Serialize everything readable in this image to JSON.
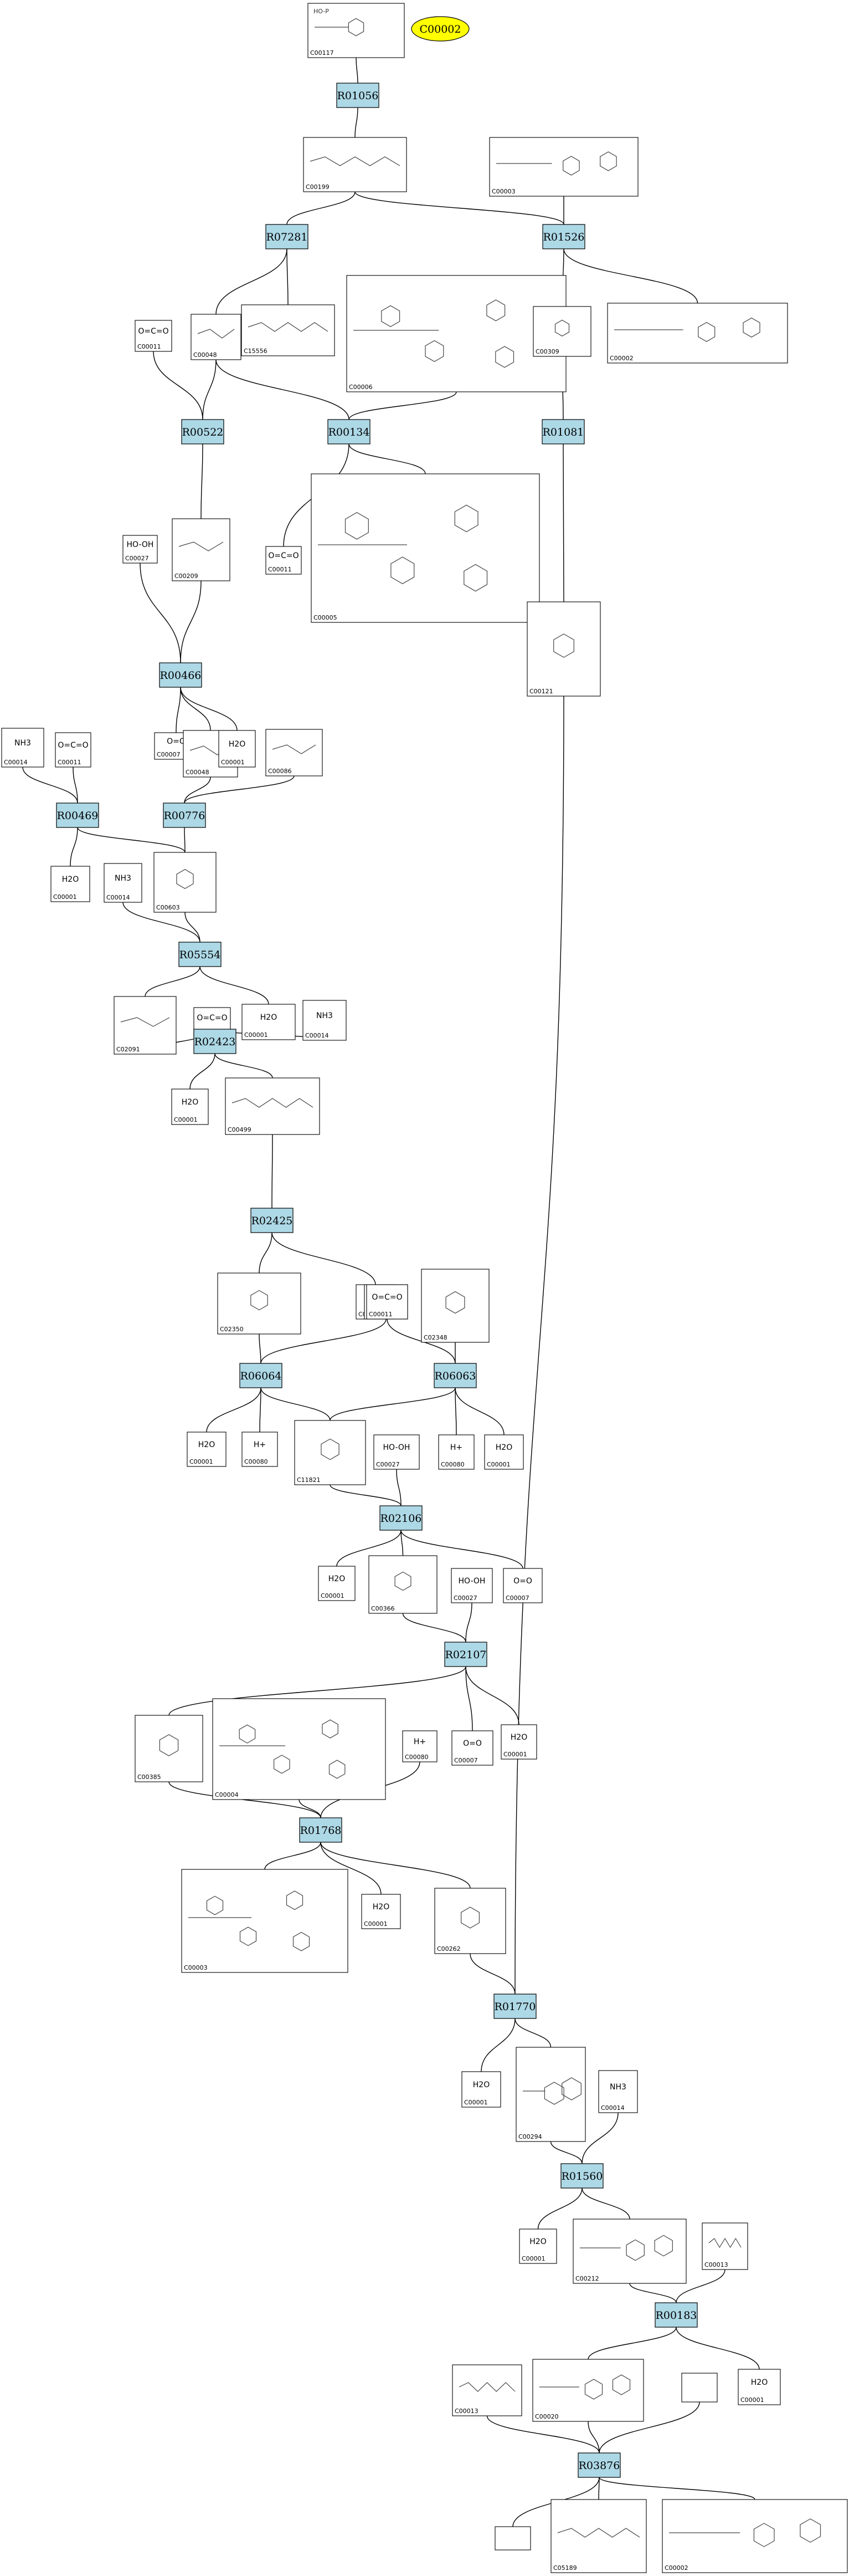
{
  "highlight": {
    "id": "C00002",
    "color": "#ffff00"
  },
  "colors": {
    "reaction_fill": "#add8e6",
    "compound_fill": "#ffffff",
    "edge": "#000000",
    "highlight": "#ffff00"
  },
  "reactions": [
    {
      "id": "R01056"
    },
    {
      "id": "R07281"
    },
    {
      "id": "R01526"
    },
    {
      "id": "R00522"
    },
    {
      "id": "R00134"
    },
    {
      "id": "R01081"
    },
    {
      "id": "R00466"
    },
    {
      "id": "R00469"
    },
    {
      "id": "R00776"
    },
    {
      "id": "R05554"
    },
    {
      "id": "R02423"
    },
    {
      "id": "R02425"
    },
    {
      "id": "R06064"
    },
    {
      "id": "R06063"
    },
    {
      "id": "R02106"
    },
    {
      "id": "R02107"
    },
    {
      "id": "R01768"
    },
    {
      "id": "R01770"
    },
    {
      "id": "R01560"
    },
    {
      "id": "R00183"
    },
    {
      "id": "R03876"
    }
  ],
  "compounds": [
    {
      "id": "C00117",
      "text": "HO-P",
      "kind": "sugar-phosphate"
    },
    {
      "id": "C00199",
      "text": "",
      "kind": "chain-phosphate"
    },
    {
      "id": "C00003",
      "text": "",
      "kind": "nucleotide"
    },
    {
      "id": "C00011",
      "text": "O=C=O",
      "kind": "formula"
    },
    {
      "id": "C00048",
      "text": "",
      "kind": "small"
    },
    {
      "id": "C15556",
      "text": "",
      "kind": "chain"
    },
    {
      "id": "C00006",
      "text": "",
      "kind": "big"
    },
    {
      "id": "C00309",
      "text": "",
      "kind": "ring"
    },
    {
      "id": "C00002",
      "text": "",
      "kind": "nucleotide"
    },
    {
      "id": "C00027",
      "text": "HO-OH",
      "kind": "formula"
    },
    {
      "id": "C00209",
      "text": "",
      "kind": "small"
    },
    {
      "id": "C00011",
      "text": "O=C=O",
      "kind": "formula"
    },
    {
      "id": "C00005",
      "text": "",
      "kind": "big"
    },
    {
      "id": "C00121",
      "text": "",
      "kind": "ring"
    },
    {
      "id": "C00014",
      "text": "NH3",
      "kind": "formula"
    },
    {
      "id": "C00011",
      "text": "O=C=O",
      "kind": "formula"
    },
    {
      "id": "C00007",
      "text": "O=O",
      "kind": "formula"
    },
    {
      "id": "C00048",
      "text": "",
      "kind": "small"
    },
    {
      "id": "C00001",
      "text": "H2O",
      "kind": "formula"
    },
    {
      "id": "C00086",
      "text": "",
      "kind": "small"
    },
    {
      "id": "C00001",
      "text": "H2O",
      "kind": "formula"
    },
    {
      "id": "C00014",
      "text": "NH3",
      "kind": "formula"
    },
    {
      "id": "C00603",
      "text": "",
      "kind": "ring"
    },
    {
      "id": "C02091",
      "text": "",
      "kind": "small"
    },
    {
      "id": "C00011",
      "text": "O=C=O",
      "kind": "formula"
    },
    {
      "id": "C00001",
      "text": "H2O",
      "kind": "formula"
    },
    {
      "id": "C00014",
      "text": "NH3",
      "kind": "formula"
    },
    {
      "id": "C00001",
      "text": "H2O",
      "kind": "formula"
    },
    {
      "id": "C00499",
      "text": "",
      "kind": "chain"
    },
    {
      "id": "C02350",
      "text": "",
      "kind": "ring"
    },
    {
      "id": "C00001",
      "text": "H2O",
      "kind": "formula"
    },
    {
      "id": "C00011",
      "text": "O=C=O",
      "kind": "formula"
    },
    {
      "id": "C00011",
      "text": "O=C=O",
      "kind": "formula"
    },
    {
      "id": "C02348",
      "text": "",
      "kind": "ring"
    },
    {
      "id": "C00001",
      "text": "H2O",
      "kind": "formula"
    },
    {
      "id": "C00080",
      "text": "H+",
      "kind": "formula"
    },
    {
      "id": "C11821",
      "text": "",
      "kind": "ring"
    },
    {
      "id": "C00027",
      "text": "HO-OH",
      "kind": "formula"
    },
    {
      "id": "C00080",
      "text": "H+",
      "kind": "formula"
    },
    {
      "id": "C00001",
      "text": "H2O",
      "kind": "formula"
    },
    {
      "id": "C00001",
      "text": "H2O",
      "kind": "formula"
    },
    {
      "id": "C00366",
      "text": "",
      "kind": "ring"
    },
    {
      "id": "C00027",
      "text": "HO-OH",
      "kind": "formula"
    },
    {
      "id": "C00007",
      "text": "O=O",
      "kind": "formula"
    },
    {
      "id": "C00385",
      "text": "",
      "kind": "ring"
    },
    {
      "id": "C00004",
      "text": "",
      "kind": "big"
    },
    {
      "id": "C00080",
      "text": "H+",
      "kind": "formula"
    },
    {
      "id": "C00007",
      "text": "O=O",
      "kind": "formula"
    },
    {
      "id": "C00001",
      "text": "H2O",
      "kind": "formula"
    },
    {
      "id": "C00003",
      "text": "",
      "kind": "big"
    },
    {
      "id": "C00001",
      "text": "H2O",
      "kind": "formula"
    },
    {
      "id": "C00262",
      "text": "",
      "kind": "ring"
    },
    {
      "id": "C00001",
      "text": "H2O",
      "kind": "formula"
    },
    {
      "id": "C00294",
      "text": "",
      "kind": "nucleotide"
    },
    {
      "id": "C00014",
      "text": "NH3",
      "kind": "formula"
    },
    {
      "id": "C00001",
      "text": "H2O",
      "kind": "formula"
    },
    {
      "id": "C00212",
      "text": "",
      "kind": "nucleotide"
    },
    {
      "id": "C00013",
      "text": "",
      "kind": "chain"
    },
    {
      "id": "C00020",
      "text": "",
      "kind": "nucleotide"
    },
    {
      "id": "C00001",
      "text": "H2O",
      "kind": "formula"
    },
    {
      "id": "C00013",
      "text": "",
      "kind": "chain"
    },
    {
      "id": "",
      "text": "",
      "kind": "empty"
    },
    {
      "id": "",
      "text": "",
      "kind": "empty"
    },
    {
      "id": "C05189",
      "text": "",
      "kind": "chain"
    },
    {
      "id": "C00002",
      "text": "",
      "kind": "nucleotide"
    }
  ]
}
